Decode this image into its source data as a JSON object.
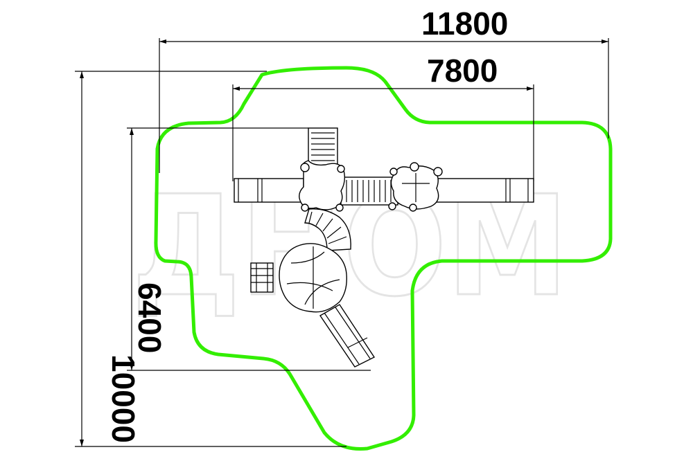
{
  "dimensions": {
    "overall_width": "11800",
    "inner_width": "7800",
    "overall_height": "10000",
    "inner_height": "6400"
  },
  "watermark": "ДНОМ",
  "colors": {
    "safety_zone": "#33ee00",
    "lines": "#000000",
    "watermark_outline": "#e4e4e4"
  }
}
